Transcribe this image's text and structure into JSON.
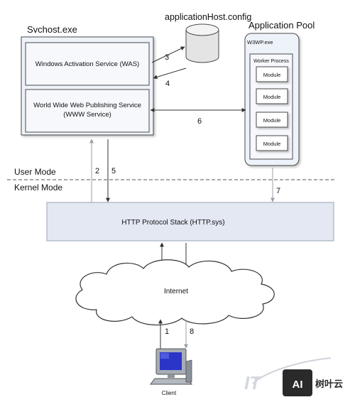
{
  "diagram": {
    "svchost_label": "Svchost.exe",
    "apphost_label": "applicationHost.config",
    "app_pool_label": "Application Pool",
    "w3wp_label": "W3WP.exe",
    "worker_process_label": "Worker Process",
    "module_labels": [
      "Module",
      "Module",
      "Module",
      "Module"
    ],
    "was_label": "Windows Activation Service (WAS)",
    "www_label_line1": "World Wide Web Publishing Service",
    "www_label_line2": "(WWW Service)",
    "user_mode_label": "User Mode",
    "kernel_mode_label": "Kernel Mode",
    "http_stack_label": "HTTP Protocol Stack (HTTP.sys)",
    "internet_label": "Internet",
    "client_label": "Client",
    "arrow_labels": {
      "n1": "1",
      "n2": "2",
      "n3": "3",
      "n4": "4",
      "n5": "5",
      "n6": "6",
      "n7": "7",
      "n8": "8"
    }
  },
  "watermark": {
    "logo_text": "AI",
    "brand_text": "树叶云"
  },
  "colors": {
    "box_fill": "#eef2f9",
    "stroke": "#4a4a4a",
    "band_fill": "#e3e8f3",
    "monitor_frame": "#9aa0a8",
    "monitor_screen": "#2b35c8",
    "logo_bg": "#2a2a2a"
  }
}
